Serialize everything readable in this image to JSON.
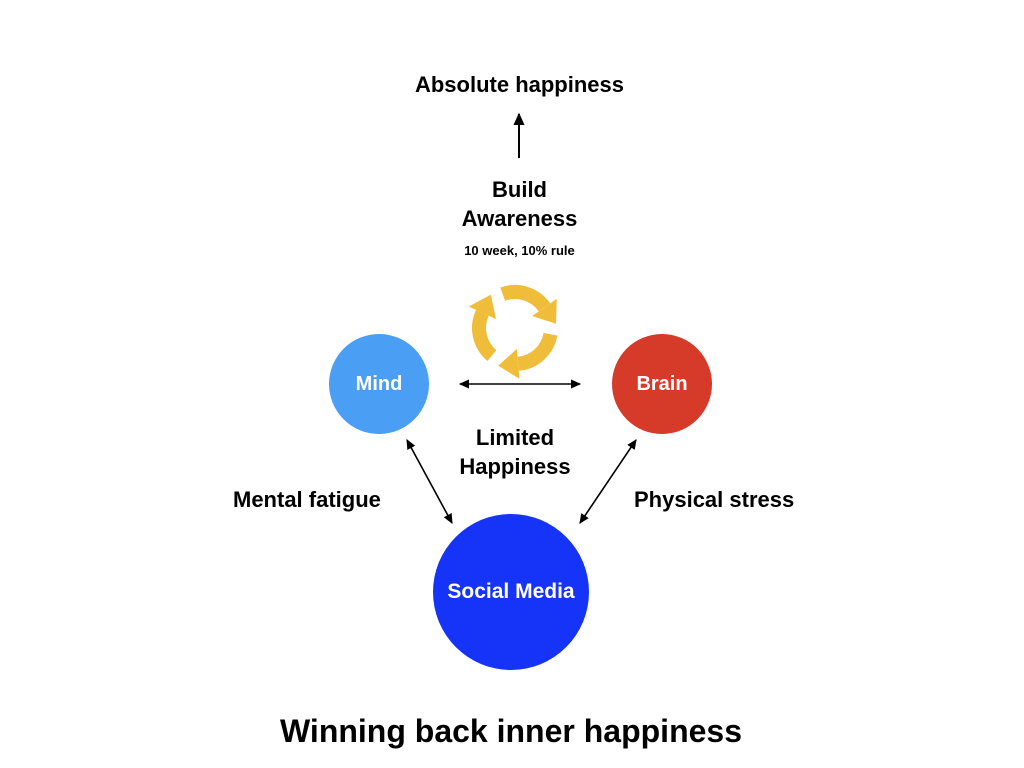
{
  "top_label": "Absolute happiness",
  "awareness": {
    "title_line1": "Build",
    "title_line2": "Awareness",
    "subtitle": "10 week, 10% rule"
  },
  "nodes": {
    "mind": {
      "label": "Mind",
      "color": "#4a9ff5"
    },
    "brain": {
      "label": "Brain",
      "color": "#d63b29"
    },
    "social": {
      "label": "Social Media",
      "color": "#1634f7"
    }
  },
  "center_label": {
    "line1": "Limited",
    "line2": "Happiness"
  },
  "left_edge_label": "Mental fatigue",
  "right_edge_label": "Physical stress",
  "cycle_icon_color": "#f0bd3a",
  "footer_title": "Winning back inner happiness"
}
